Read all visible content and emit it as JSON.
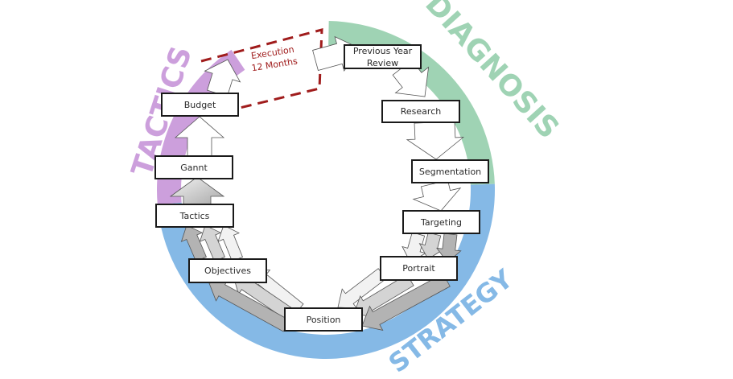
{
  "diagram": {
    "phases": [
      {
        "id": "diagnosis",
        "label": "DIAGNOSIS",
        "color": "#9fd3b4"
      },
      {
        "id": "strategy",
        "label": "STRATEGY",
        "color": "#85b9e6"
      },
      {
        "id": "tactics",
        "label": "TACTICS",
        "color": "#cc9fdc"
      }
    ],
    "execution": {
      "line1": "Execution",
      "line2": "12 Months",
      "color": "#a01c1c"
    },
    "steps": [
      {
        "id": "previous-year-review",
        "line1": "Previous Year",
        "line2": "Review",
        "phase": "diagnosis"
      },
      {
        "id": "research",
        "line1": "Research",
        "line2": "",
        "phase": "diagnosis"
      },
      {
        "id": "segmentation",
        "line1": "Segmentation",
        "line2": "",
        "phase": "diagnosis"
      },
      {
        "id": "targeting",
        "line1": "Targeting",
        "line2": "",
        "phase": "strategy"
      },
      {
        "id": "portrait",
        "line1": "Portrait",
        "line2": "",
        "phase": "strategy"
      },
      {
        "id": "position",
        "line1": "Position",
        "line2": "",
        "phase": "strategy"
      },
      {
        "id": "objectives",
        "line1": "Objectives",
        "line2": "",
        "phase": "strategy"
      },
      {
        "id": "tactics",
        "line1": "Tactics",
        "line2": "",
        "phase": "tactics"
      },
      {
        "id": "gannt",
        "line1": "Gannt",
        "line2": "",
        "phase": "tactics"
      },
      {
        "id": "budget",
        "line1": "Budget",
        "line2": "",
        "phase": "tactics"
      }
    ]
  }
}
